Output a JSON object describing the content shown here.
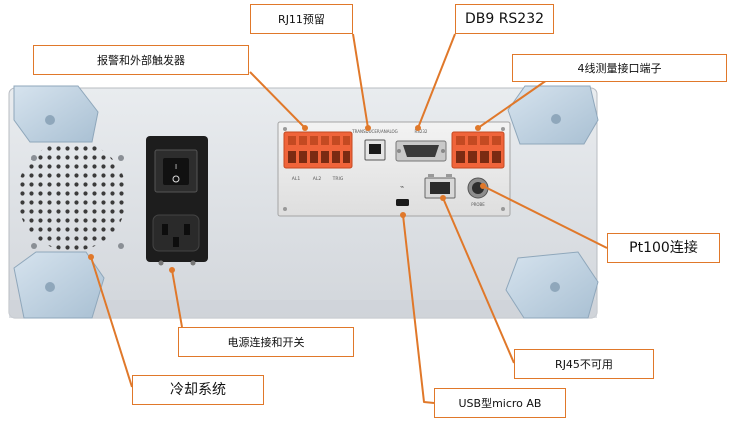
{
  "callouts": {
    "rj11": "RJ11预留",
    "db9": "DB9 RS232",
    "alarm": "报警和外部触发器",
    "four_wire": "4线测量接口端子",
    "pt100": "Pt100连接",
    "power": "电源连接和开关",
    "rj45": "RJ45不可用",
    "cooling": "冷却系统",
    "usb": "USB型micro AB"
  },
  "panel_labels": {
    "rj11_port": "TRANSDUCER/ANALOG",
    "db9_port": "RS232",
    "pt100_port": "PROBE",
    "term_left": [
      "AL1",
      "AL2",
      "TRIG"
    ]
  },
  "colors": {
    "accent": "#e0782a",
    "terminal": "#f0643a",
    "chassis": "#dcdfe4",
    "foot": "#b9cfe0"
  }
}
